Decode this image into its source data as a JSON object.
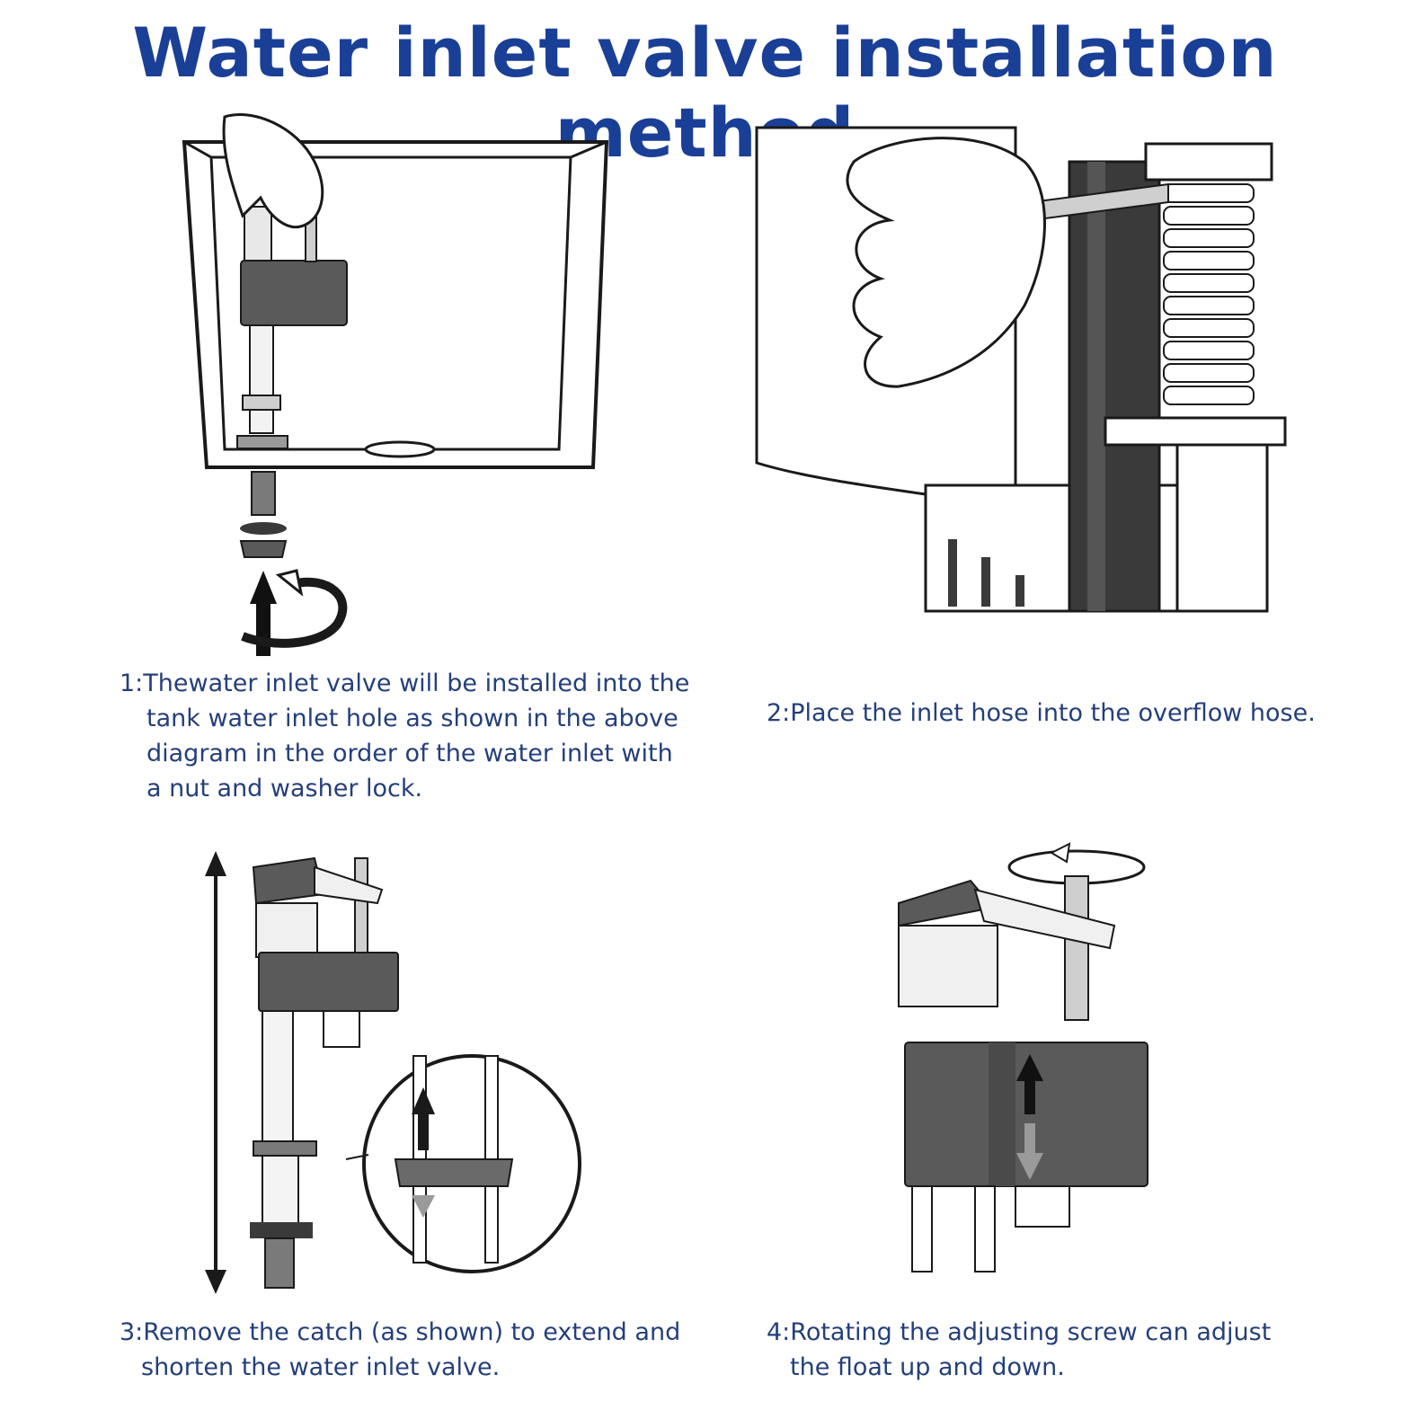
{
  "title": "Water inlet valve installation method",
  "steps": [
    {
      "lines": [
        "1:Thewater inlet valve will be installed into the",
        "tank water inlet hole as shown in the above",
        "diagram in the order of the water inlet with",
        "a nut and washer lock."
      ]
    },
    {
      "lines": [
        "2:Place the inlet hose into the overflow hose."
      ]
    },
    {
      "lines": [
        "3:Remove the catch (as shown) to extend and",
        "shorten the water inlet valve."
      ]
    },
    {
      "lines": [
        "4:Rotating the adjusting screw can adjust",
        "the float up and down."
      ]
    }
  ],
  "colors": {
    "title": "#1a3f96",
    "caption": "#243f7a",
    "part_dark": "#5a5a5a",
    "line": "#1a1a1a"
  },
  "icons": [
    "hand-icon",
    "tank-icon",
    "valve-icon",
    "arrow-up-icon",
    "rotate-icon",
    "double-arrow-icon",
    "magnifier-icon"
  ]
}
